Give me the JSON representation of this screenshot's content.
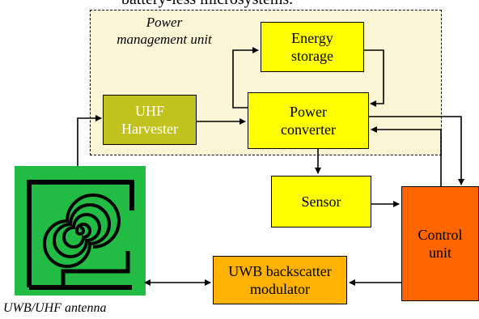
{
  "header": {
    "cut_text": "battery-less microsystems."
  },
  "pmu": {
    "title": "Power\nmanagement unit"
  },
  "blocks": {
    "energy_storage": "Energy\nstorage",
    "uhf_harvester": "UHF\nHarvester",
    "power_converter": "Power\nconverter",
    "sensor": "Sensor",
    "control_unit": "Control\nunit",
    "uwb_modulator": "UWB backscatter\nmodulator"
  },
  "antenna": {
    "caption": "UWB/UHF antenna"
  },
  "colors": {
    "pmu_fill": "#fbf7d6",
    "yellow": "#ffff00",
    "olive": "#c2c21e",
    "control": "#ff6600",
    "modulator": "#ffb300",
    "antenna_green": "#22bb44"
  },
  "icons": {
    "antenna_symbol": "spiral-antenna-icon"
  }
}
